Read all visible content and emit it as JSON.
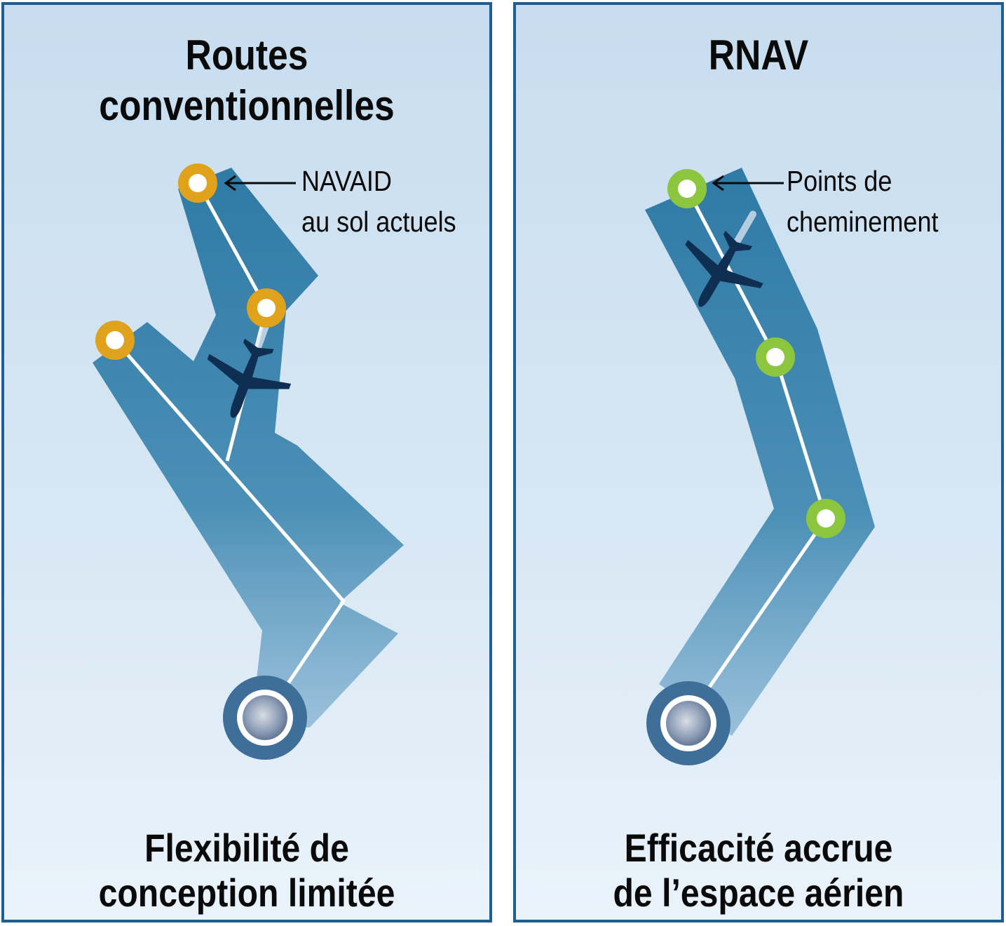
{
  "left_panel": {
    "title": [
      "Routes",
      "conventionnelles"
    ],
    "marker_label": [
      "NAVAID",
      "au sol actuels"
    ],
    "caption": [
      "Flexibilité de",
      "conception limitée"
    ]
  },
  "right_panel": {
    "title": [
      "RNAV"
    ],
    "marker_label": [
      "Points de",
      "cheminement"
    ],
    "caption": [
      "Efficacité accrue",
      "de l’espace aérien"
    ]
  },
  "colors": {
    "panel_border": "#1d5f95",
    "panel_background": "#c7ddef",
    "route_corridor": "#3a84ad",
    "navaid_marker": "#e0a21a",
    "waypoint_marker": "#8cc63f",
    "route_line": "#ffffff",
    "aircraft": "#0f2f52"
  },
  "icons": [
    "navaid-marker-icon",
    "waypoint-marker-icon",
    "airplane-icon",
    "airport-icon",
    "arrow-left-icon"
  ]
}
